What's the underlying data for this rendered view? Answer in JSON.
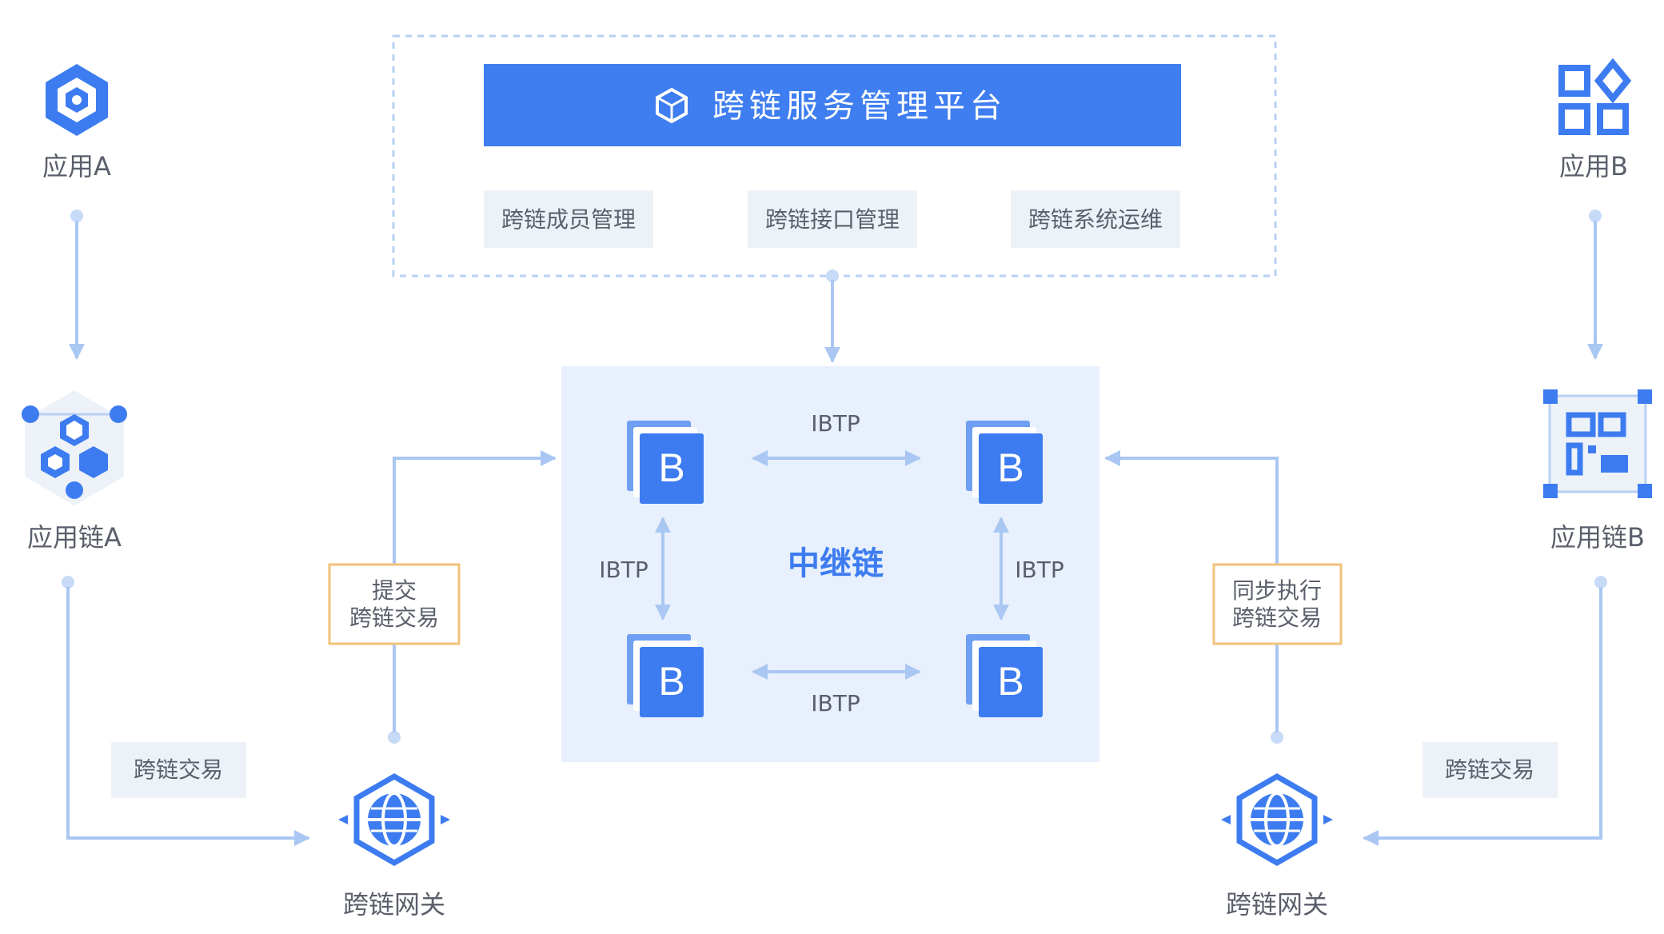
{
  "platform": {
    "title": "跨链服务管理平台",
    "modules": [
      "跨链成员管理",
      "跨链接口管理",
      "跨链系统运维"
    ]
  },
  "relay": {
    "label": "中继链",
    "node_letter": "B",
    "protocol": [
      "IBTP",
      "IBTP",
      "IBTP",
      "IBTP"
    ]
  },
  "left": {
    "app": "应用A",
    "chain": "应用链A",
    "gateway": "跨链网关",
    "tx_tag": "跨链交易",
    "submit_box": [
      "提交",
      "跨链交易"
    ]
  },
  "right": {
    "app": "应用B",
    "chain": "应用链B",
    "gateway": "跨链网关",
    "tx_tag": "跨链交易",
    "sync_box": [
      "同步执行",
      "跨链交易"
    ]
  },
  "colors": {
    "primary": "#3d7cf0",
    "node_back": "#6f9ff2",
    "line": "#a9c7f2",
    "relay_bg": "#e7f0fc",
    "tag_bg": "#edf2f9",
    "highlight_border": "#f0c27a"
  },
  "icons": [
    "hexagon-app-icon",
    "grid-app-icon",
    "molecule-chain-icon",
    "qr-chain-icon",
    "globe-gateway-icon",
    "cube-icon",
    "block-node-icon"
  ]
}
